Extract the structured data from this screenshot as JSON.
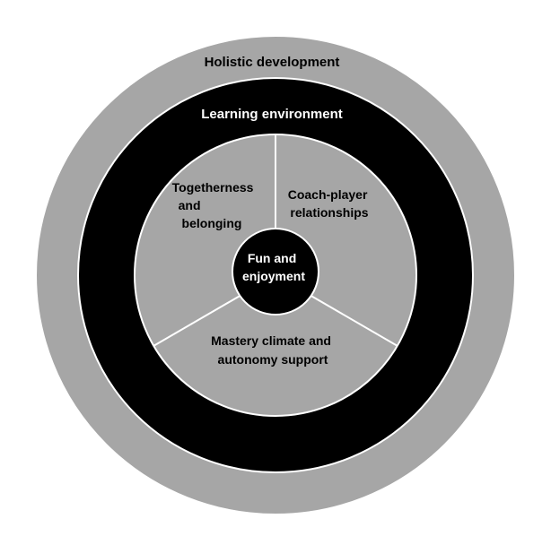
{
  "diagram": {
    "rings": {
      "outer": {
        "label": "Holistic development",
        "fill": "#a6a6a6",
        "stroke": "#ffffff"
      },
      "middle": {
        "label": "Learning environment",
        "fill": "#000000",
        "stroke": "#ffffff"
      },
      "inner": {
        "fill": "#a6a6a6",
        "stroke": "#ffffff"
      },
      "core": {
        "label_lines": [
          "Fun and",
          "enjoyment"
        ],
        "fill": "#000000",
        "stroke": "#ffffff"
      }
    },
    "sectors": [
      {
        "label_lines": [
          "Togetherness",
          "and",
          "belonging"
        ]
      },
      {
        "label_lines": [
          "Coach-player",
          "relationships"
        ]
      },
      {
        "label_lines": [
          "Mastery climate and",
          "autonomy support"
        ]
      }
    ],
    "colors": {
      "background": "#ffffff",
      "light_text": "#ffffff",
      "dark_text": "#000000",
      "divider": "#ffffff"
    }
  }
}
